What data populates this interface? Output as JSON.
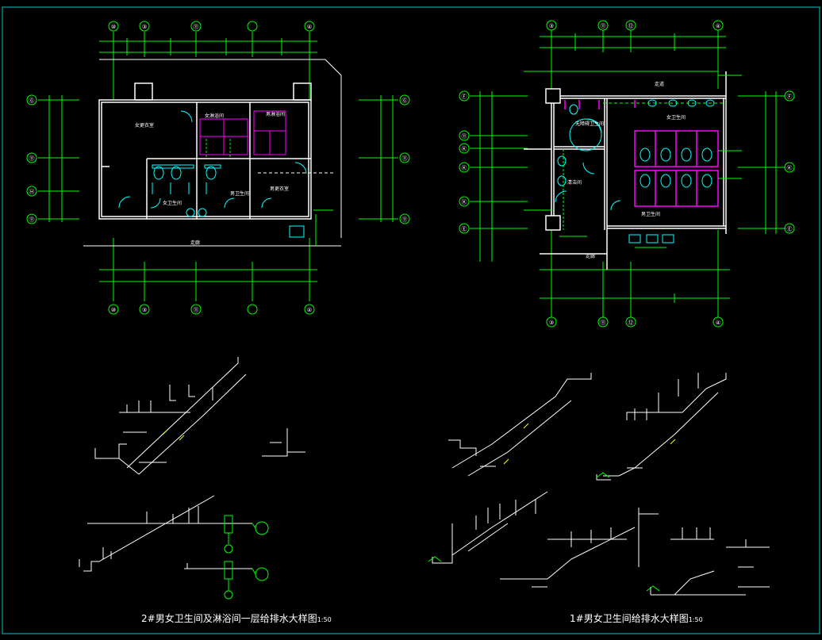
{
  "drawing": {
    "background": "#000000",
    "colors": {
      "frame": "#00c8c8",
      "line": "#00ff00",
      "wall": "#ffffff",
      "fixture": "#00ffff",
      "partition": "#ff00ff",
      "label": "#ffff00"
    }
  },
  "plan_left": {
    "axes_top": [
      "⑩",
      "③",
      "⑪",
      "④"
    ],
    "axes_bottom": [
      "⑩",
      "③",
      "⑪",
      "④"
    ],
    "axes_left": [
      "Ⓖ",
      "⑪",
      "Ⓗ",
      "⑪"
    ],
    "axes_right": [
      "Ⓖ",
      "⑪",
      "⑪"
    ],
    "room_labels": [
      "女更衣室",
      "女淋浴间",
      "男淋浴间",
      "男卫生间",
      "女卫生间",
      "男更衣室"
    ],
    "corridor_label": "走廊"
  },
  "plan_right": {
    "axes_top": [
      "③",
      "⑪",
      "⑫",
      "④"
    ],
    "axes_bottom": [
      "③",
      "⑪",
      "⑫",
      "④"
    ],
    "axes_left": [
      "Ⓕ",
      "⑪",
      "Ⓚ",
      "Ⓚ",
      "Ⓚ",
      "Ⓔ"
    ],
    "axes_right": [
      "Ⓕ",
      "Ⓚ",
      "Ⓔ"
    ],
    "room_labels": [
      "走道",
      "无障碍卫生间",
      "女卫生间",
      "男卫生间",
      "清洁间"
    ],
    "corridor_label": "走廊"
  },
  "captions": {
    "left_title": "2#男女卫生间及淋浴间一层给排水大样图",
    "left_scale": "1:50",
    "right_title": "1#男女卫生间给排水大样图",
    "right_scale": "1:50"
  }
}
